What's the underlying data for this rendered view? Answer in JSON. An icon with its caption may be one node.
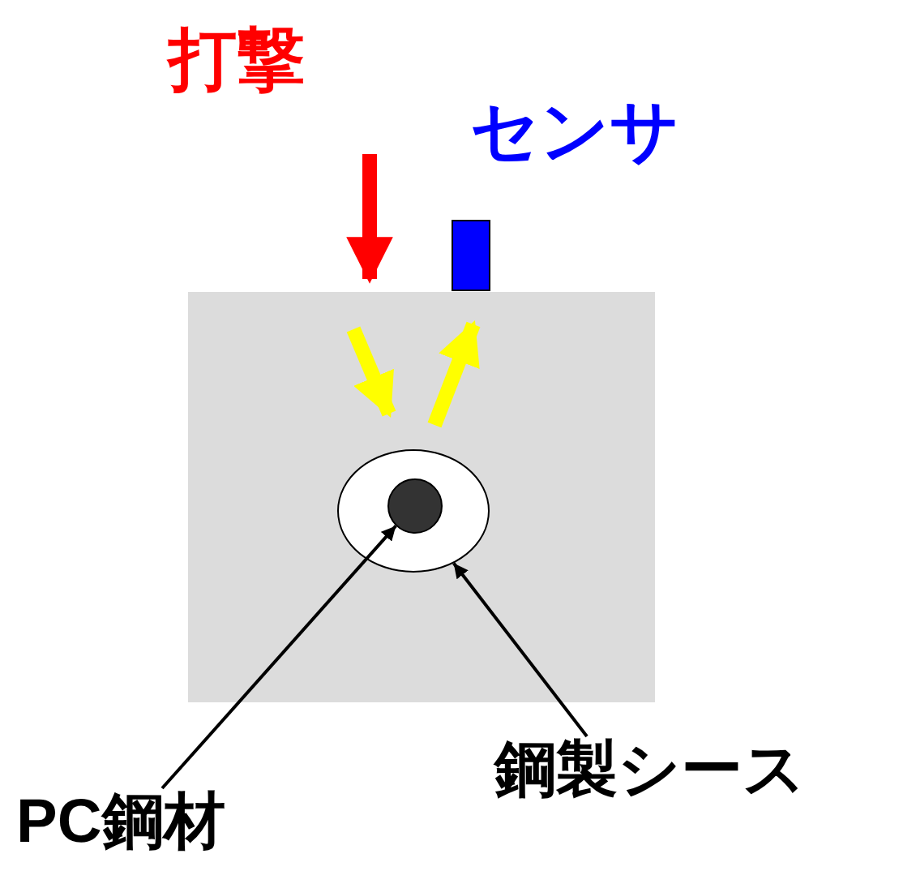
{
  "diagram": {
    "nodes": [
      {
        "text": [],
        "shape": "circle"
      },
      {
        "text": [],
        "shape": "circle",
        "in": 0
      },
      {
        "text": [
          "PC鋼材"
        ]
      },
      {
        "text": [
          "鋼製シース"
        ]
      }
    ],
    "edges": [
      {
        "from": 2,
        "to": 1,
        "arrow": "to"
      },
      {
        "from": 3,
        "to": 0,
        "arrow": "to"
      }
    ],
    "labels": [
      "打撃",
      "センサ"
    ]
  }
}
